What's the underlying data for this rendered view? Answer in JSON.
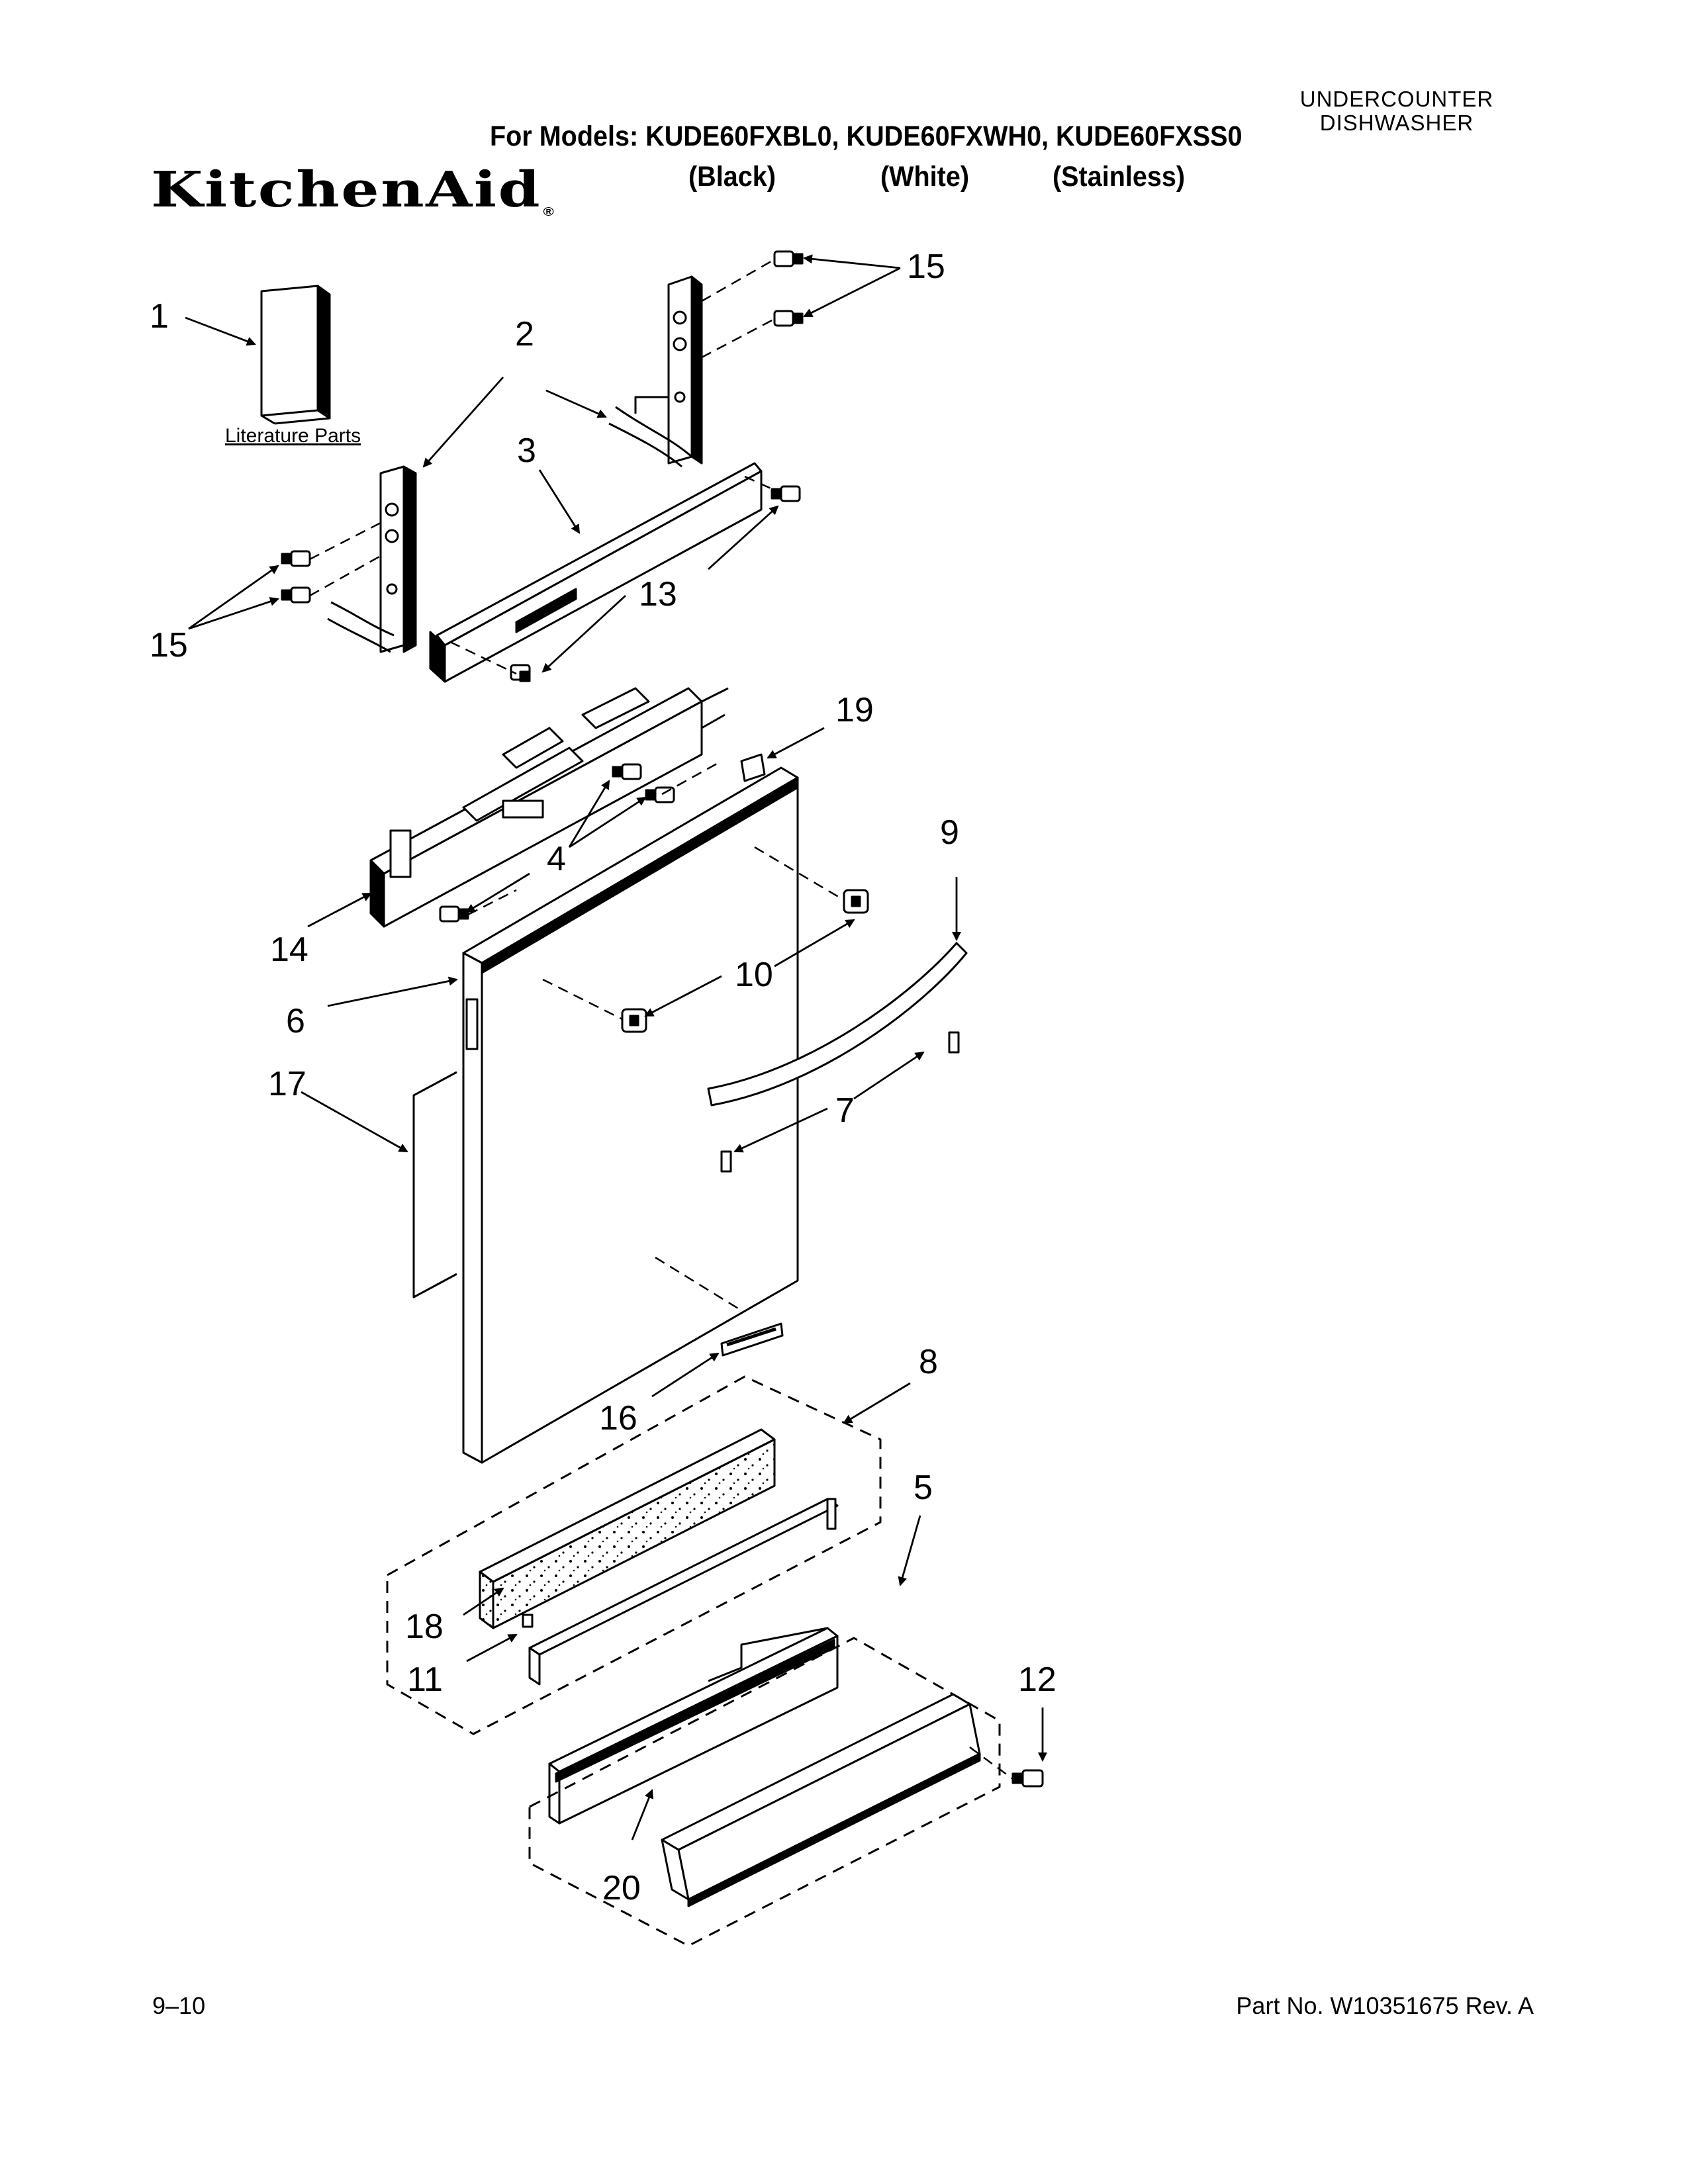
{
  "header": {
    "category_line1": "UNDERCOUNTER",
    "category_line2": "DISHWASHER",
    "models_line": "For Models: KUDE60FXBL0, KUDE60FXWH0, KUDE60FXSS0",
    "variants": [
      "(Black)",
      "(White)",
      "(Stainless)"
    ],
    "brand": "KitchenAid",
    "brand_mark": "®"
  },
  "diagram": {
    "literature_label": "Literature Parts",
    "callouts": [
      "1",
      "2",
      "3",
      "4",
      "5",
      "6",
      "7",
      "8",
      "9",
      "10",
      "11",
      "12",
      "13",
      "14",
      "15",
      "15",
      "16",
      "17",
      "18",
      "19",
      "20"
    ]
  },
  "footer": {
    "page_number": "9–10",
    "part_number": "Part No. W10351675 Rev. A"
  }
}
